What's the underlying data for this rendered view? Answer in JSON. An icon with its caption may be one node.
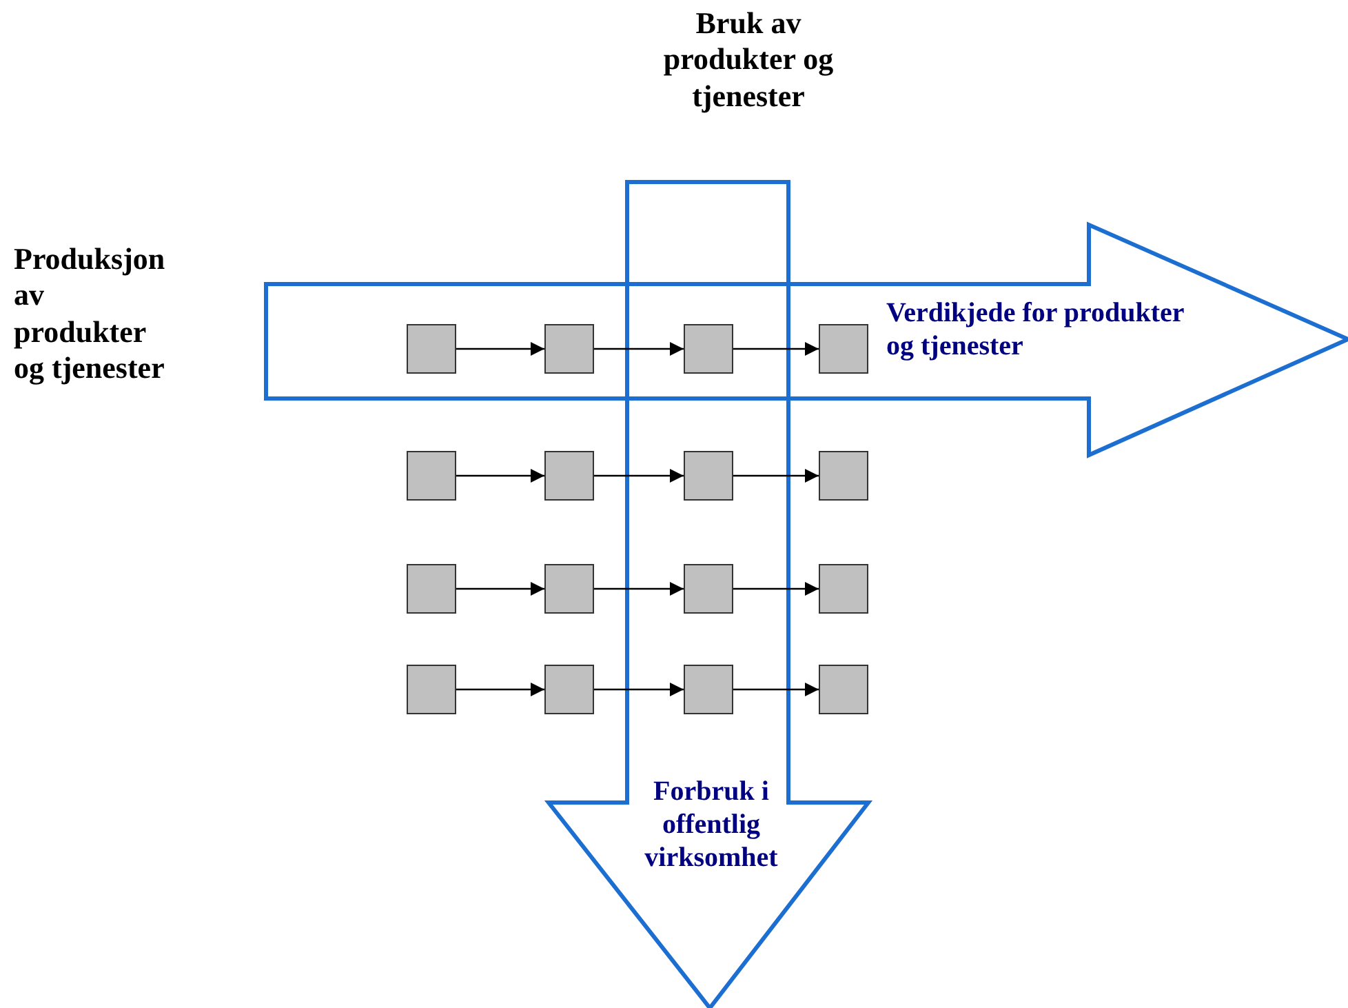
{
  "diagram": {
    "nodes": [
      {
        "text": [
          "Produksjon av produkter og tjenester",
          "Verdikjede for produkter og tjenester"
        ]
      },
      {
        "text": [
          "Bruk av produkter og tjenester",
          "Forbruk i offentlig virksomhet"
        ]
      },
      {
        "text": [],
        "shape": "box",
        "in": 0
      },
      {
        "text": [],
        "shape": "box",
        "in": 0
      },
      {
        "text": [],
        "shape": "box"
      },
      {
        "text": [],
        "shape": "box",
        "in": 0
      },
      {
        "text": [],
        "shape": "box"
      },
      {
        "text": [],
        "shape": "box"
      },
      {
        "text": [],
        "shape": "box",
        "in": 1
      },
      {
        "text": [],
        "shape": "box"
      },
      {
        "text": [],
        "shape": "box"
      },
      {
        "text": [],
        "shape": "box"
      },
      {
        "text": [],
        "shape": "box",
        "in": 1
      },
      {
        "text": [],
        "shape": "box"
      },
      {
        "text": [],
        "shape": "box"
      },
      {
        "text": [],
        "shape": "box"
      },
      {
        "text": [],
        "shape": "box",
        "in": 1
      },
      {
        "text": [],
        "shape": "box"
      }
    ],
    "edges": [
      {
        "from": 2,
        "to": 3,
        "arrow": "to"
      },
      {
        "from": 3,
        "to": 4,
        "arrow": "to"
      },
      {
        "from": 4,
        "to": 5,
        "arrow": "to"
      },
      {
        "from": 6,
        "to": 7,
        "arrow": "to"
      },
      {
        "from": 7,
        "to": 8,
        "arrow": "to"
      },
      {
        "from": 8,
        "to": 9,
        "arrow": "to"
      },
      {
        "from": 10,
        "to": 11,
        "arrow": "to"
      },
      {
        "from": 11,
        "to": 12,
        "arrow": "to"
      },
      {
        "from": 12,
        "to": 13,
        "arrow": "to"
      },
      {
        "from": 14,
        "to": 15,
        "arrow": "to"
      },
      {
        "from": 15,
        "to": 16,
        "arrow": "to"
      },
      {
        "from": 16,
        "to": 17,
        "arrow": "to"
      }
    ]
  }
}
